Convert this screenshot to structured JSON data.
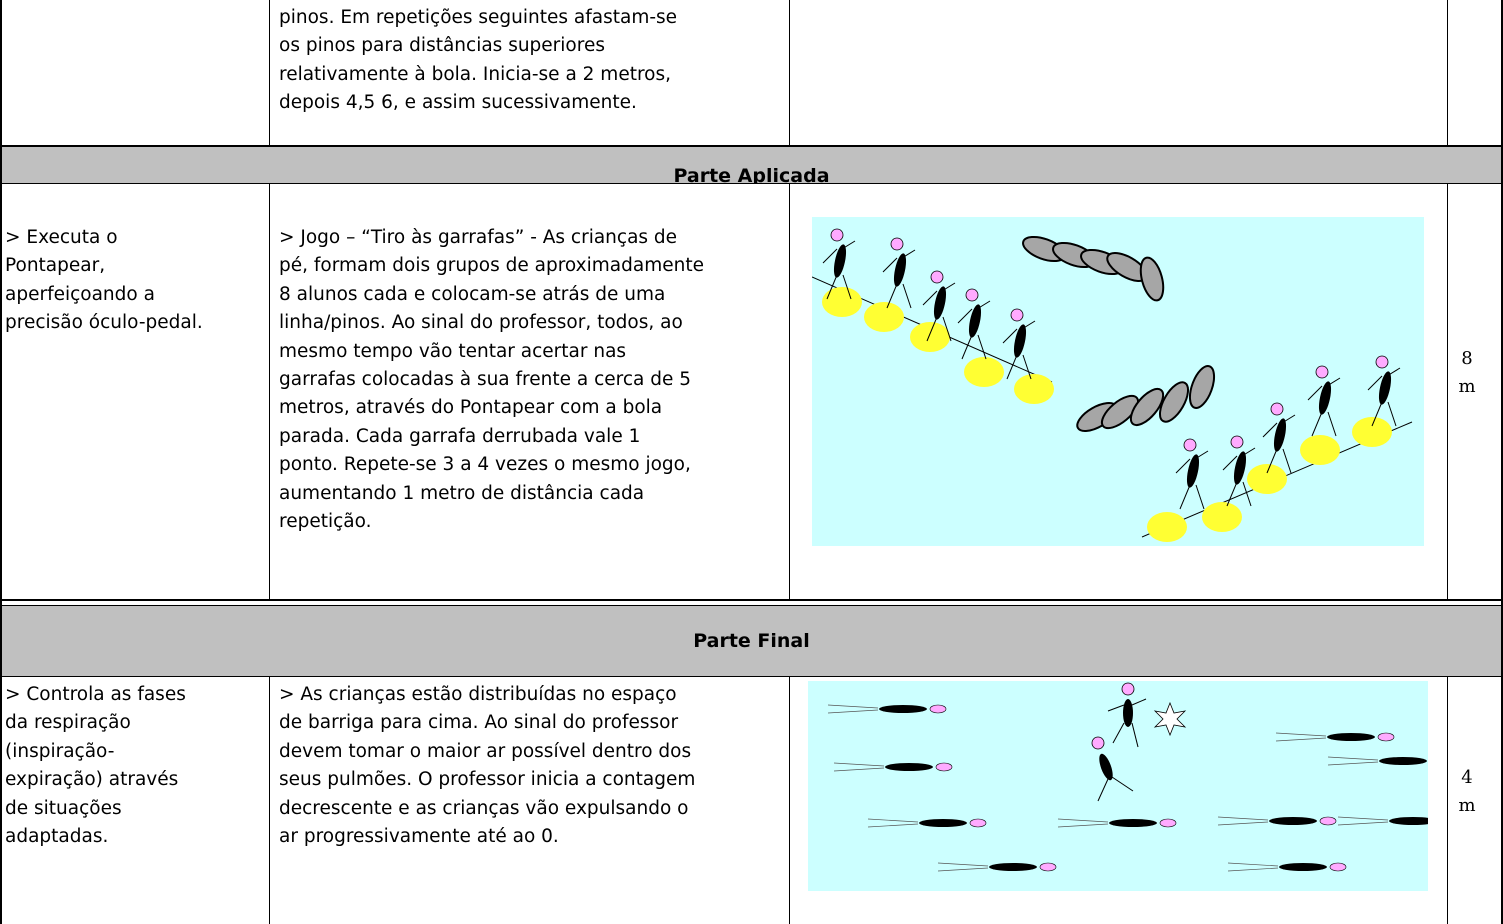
{
  "top_row": {
    "activity_lines": [
      "pinos. Em repetições seguintes afastam-se",
      "os pinos para distâncias superiores",
      "relativamente à bola. Inicia-se a 2 metros,",
      "depois 4,5 6, e assim sucessivamente."
    ]
  },
  "applied_section": {
    "title": "Parte Aplicada",
    "objective_lines": [
      "> Executa o",
      "Pontapear,",
      "aperfeiçoando a",
      "precisão óculo-pedal."
    ],
    "activity_lines": [
      "> Jogo – “Tiro às garrafas” - As crianças de",
      "pé, formam dois grupos de aproximadamente",
      "8 alunos cada e colocam-se atrás de uma",
      "linha/pinos. Ao sinal do professor, todos, ao",
      "mesmo tempo vão tentar acertar nas",
      "garrafas colocadas à sua frente a cerca de 5",
      "metros, através do Pontapear com a bola",
      "parada. Cada garrafa derrubada vale 1",
      "ponto. Repete-se 3 a 4 vezes o mesmo jogo,",
      "aumentando 1 metro de distância cada",
      "repetição."
    ],
    "duration_value": "8",
    "duration_unit": "m",
    "illustration": {
      "background": "#ccffff",
      "ball_color": "#ffff33",
      "head_color": "#ffaaff"
    }
  },
  "final_section": {
    "title": "Parte Final",
    "objective_lines": [
      "> Controla as fases",
      "da respiração",
      "(inspiração-",
      "expiração) através",
      "de situações",
      "adaptadas."
    ],
    "activity_lines": [
      "> As crianças estão distribuídas no espaço",
      "de barriga para cima. Ao sinal do professor",
      "devem tomar o maior ar possível dentro dos",
      "seus pulmões. O professor inicia a contagem",
      "decrescente e as crianças vão expulsando o",
      "ar progressivamente até ao 0."
    ],
    "duration_value": "4",
    "duration_unit": "m",
    "illustration": {
      "background": "#ccffff",
      "head_color": "#ffaaff"
    }
  }
}
